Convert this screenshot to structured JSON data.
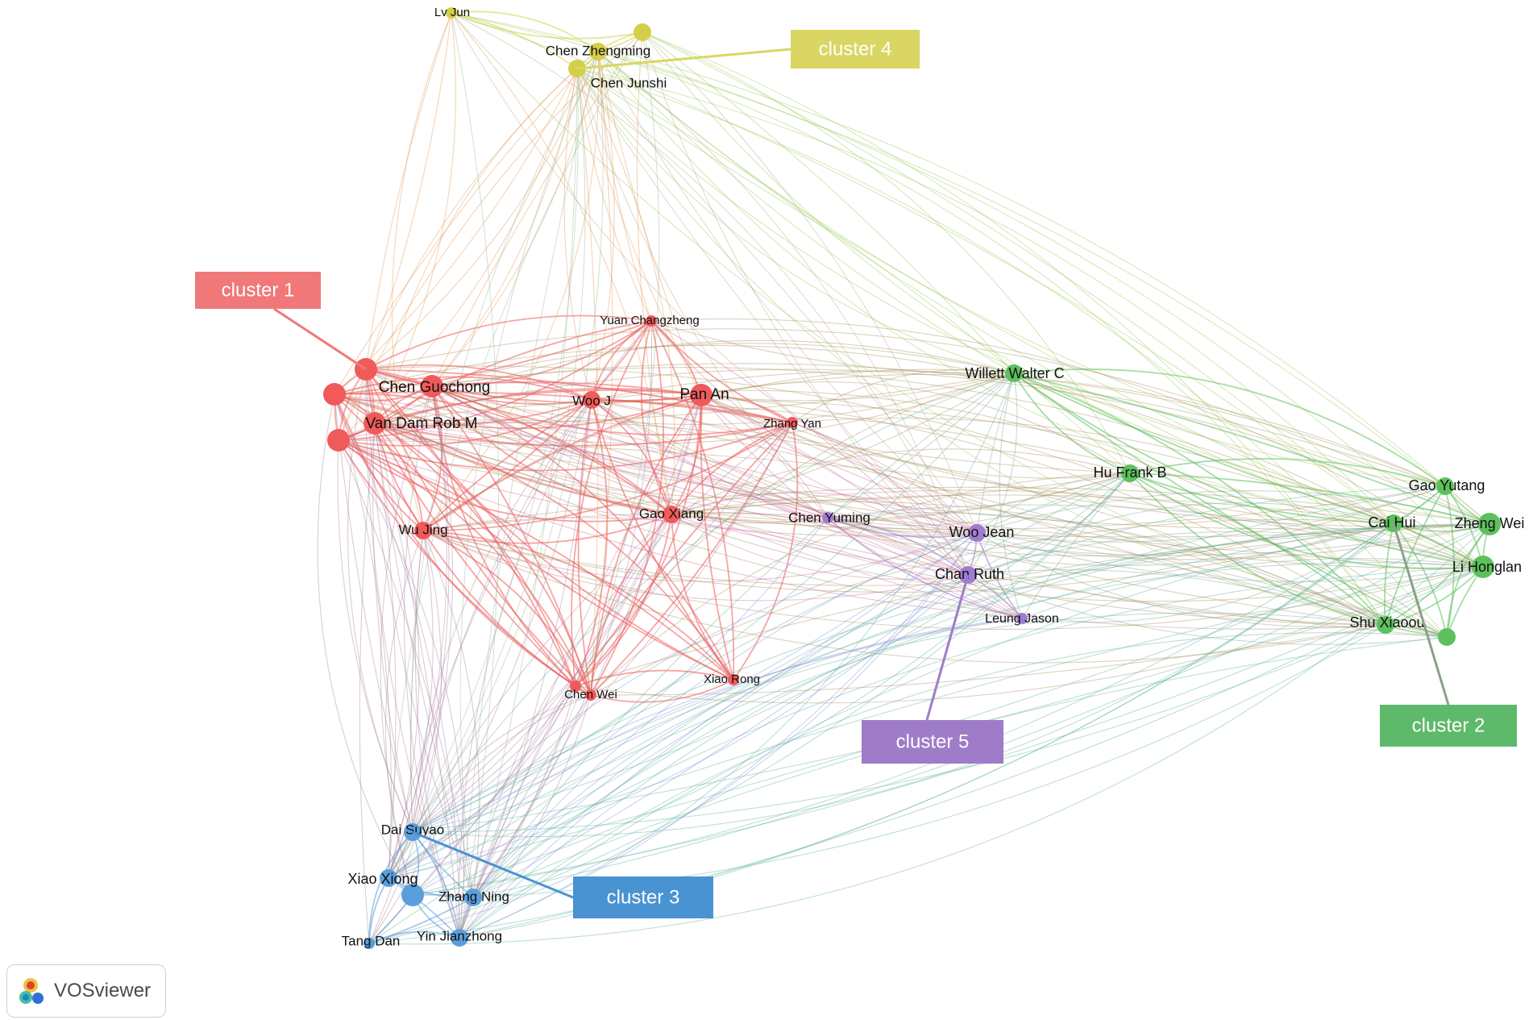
{
  "network": {
    "nodes": [
      {
        "id": "lvjun",
        "label": "Lv Jun",
        "cluster": 4,
        "size": "small"
      },
      {
        "id": "chenzhengming",
        "label": "Chen Zhengming",
        "cluster": 4,
        "size": "medium"
      },
      {
        "id": "y_unlabeled",
        "label": "",
        "cluster": 4,
        "size": "medium"
      },
      {
        "id": "chenjunshi",
        "label": "Chen Junshi",
        "cluster": 4,
        "size": "medium"
      },
      {
        "id": "yuanchangzheng",
        "label": "Yuan Changzheng",
        "cluster": 1,
        "size": "small"
      },
      {
        "id": "chenguochong",
        "label": "Chen Guochong",
        "cluster": 1,
        "size": "large"
      },
      {
        "id": "r_unlabeled_a",
        "label": "",
        "cluster": 1,
        "size": "large"
      },
      {
        "id": "r_unlabeled_b",
        "label": "",
        "cluster": 1,
        "size": "large"
      },
      {
        "id": "vandamrobm",
        "label": "Van Dam Rob M",
        "cluster": 1,
        "size": "large"
      },
      {
        "id": "r_unlabeled_c",
        "label": "",
        "cluster": 1,
        "size": "large"
      },
      {
        "id": "wooj",
        "label": "Woo J",
        "cluster": 1,
        "size": "medium"
      },
      {
        "id": "panan",
        "label": "Pan An",
        "cluster": 1,
        "size": "large"
      },
      {
        "id": "zhangyan",
        "label": "Zhang Yan",
        "cluster": 1,
        "size": "small"
      },
      {
        "id": "wujing",
        "label": "Wu Jing",
        "cluster": 1,
        "size": "medium"
      },
      {
        "id": "gaoxiang",
        "label": "Gao Xiang",
        "cluster": 1,
        "size": "medium"
      },
      {
        "id": "chenwei",
        "label": "Chen Wei",
        "cluster": 1,
        "size": "small"
      },
      {
        "id": "r_unlabeled_d",
        "label": "",
        "cluster": 1,
        "size": "small"
      },
      {
        "id": "xiaorong",
        "label": "Xiao Rong",
        "cluster": 1,
        "size": "small"
      },
      {
        "id": "willettwalterc",
        "label": "Willett Walter C",
        "cluster": 2,
        "size": "medium"
      },
      {
        "id": "hufrankb",
        "label": "Hu Frank B",
        "cluster": 2,
        "size": "medium"
      },
      {
        "id": "gaoyutang",
        "label": "Gao Yutang",
        "cluster": 2,
        "size": "medium"
      },
      {
        "id": "caihui",
        "label": "Cai Hui",
        "cluster": 2,
        "size": "medium"
      },
      {
        "id": "zhengwei",
        "label": "Zheng Wei",
        "cluster": 2,
        "size": "large"
      },
      {
        "id": "lihonglan",
        "label": "Li Honglan",
        "cluster": 2,
        "size": "large"
      },
      {
        "id": "shuxiaoou",
        "label": "Shu Xiaoou",
        "cluster": 2,
        "size": "medium"
      },
      {
        "id": "g_unlabeled",
        "label": "",
        "cluster": 2,
        "size": "medium"
      },
      {
        "id": "chenyuming",
        "label": "Chen Yuming",
        "cluster": 5,
        "size": "small"
      },
      {
        "id": "woojean",
        "label": "Woo Jean",
        "cluster": 5,
        "size": "medium"
      },
      {
        "id": "chanruth",
        "label": "Chan Ruth",
        "cluster": 5,
        "size": "medium"
      },
      {
        "id": "leungjason",
        "label": "Leung Jason",
        "cluster": 5,
        "size": "small"
      },
      {
        "id": "daisuyao",
        "label": "Dai Suyao",
        "cluster": 3,
        "size": "medium"
      },
      {
        "id": "xiaoxiong",
        "label": "Xiao Xiong",
        "cluster": 3,
        "size": "medium"
      },
      {
        "id": "b_unlabeled",
        "label": "",
        "cluster": 3,
        "size": "large"
      },
      {
        "id": "zhangning",
        "label": "Zhang Ning",
        "cluster": 3,
        "size": "medium"
      },
      {
        "id": "yinjianzhong",
        "label": "Yin Jianzhong",
        "cluster": 3,
        "size": "medium"
      },
      {
        "id": "tangdan",
        "label": "Tang Dan",
        "cluster": 3,
        "size": "small"
      }
    ],
    "cluster_colors": {
      "1": "#f05a5a",
      "2": "#5cc15c",
      "3": "#5a9fdc",
      "4": "#d4cf4a",
      "5": "#a07cd0"
    },
    "cluster_callouts": [
      {
        "label": "cluster 1",
        "color": "#f07878",
        "node": "r_unlabeled_a"
      },
      {
        "label": "cluster 2",
        "color": "#5eb96a",
        "node": "caihui"
      },
      {
        "label": "cluster 3",
        "color": "#4a93d2",
        "node": "daisuyao"
      },
      {
        "label": "cluster 4",
        "color": "#d9d663",
        "node": "chenjunshi"
      },
      {
        "label": "cluster 5",
        "color": "#9f7cc8",
        "node": "chanruth"
      }
    ]
  },
  "watermark": {
    "text": "VOSviewer"
  }
}
